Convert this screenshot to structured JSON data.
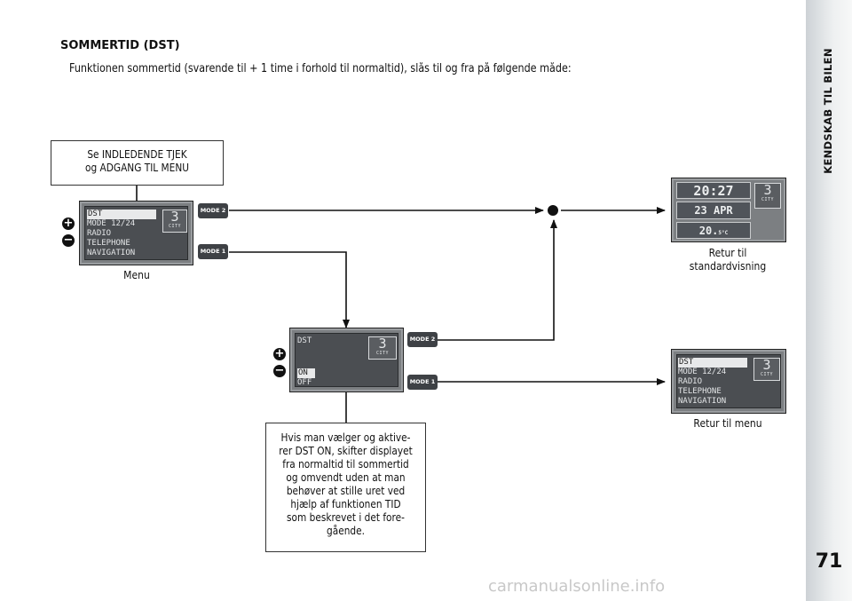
{
  "header": {
    "title": "SOMMERTID (DST)",
    "intro": "Funktionen sommertid (svarende til + 1 time i forhold til normaltid), slås til og fra på følgende måde:"
  },
  "sidebar": {
    "section_title": "KENDSKAB TIL BILEN",
    "page_number": "71"
  },
  "diagram": {
    "start_box": [
      "Se INDLEDENDE TJEK",
      "og ADGANG TIL MENU"
    ],
    "menu_screen": {
      "lines": [
        "DST",
        "MODE 12/24",
        "RADIO",
        "TELEPHONE",
        "NAVIGATION"
      ],
      "indicator_number": "3",
      "indicator_label": "CITY",
      "caption": "Menu"
    },
    "dst_screen": {
      "title": "DST",
      "options": [
        "ON",
        "OFF"
      ],
      "indicator_number": "3",
      "indicator_label": "CITY"
    },
    "standard_screen": {
      "time": "20:27",
      "date": "23 APR",
      "temperature": "20.",
      "temperature_unit": "5°C",
      "indicator_number": "3",
      "indicator_label": "CITY",
      "caption": [
        "Retur til",
        "standardvisning"
      ]
    },
    "return_menu_screen": {
      "lines": [
        "DST",
        "MODE 12/24",
        "RADIO",
        "TELEPHONE",
        "NAVIGATION"
      ],
      "indicator_number": "3",
      "indicator_label": "CITY",
      "caption": "Retur til menu"
    },
    "buttons": {
      "mode1": "MODE 1",
      "mode2": "MODE 2",
      "plus": "+",
      "minus": "−"
    },
    "note_box": [
      "Hvis man vælger og aktive-",
      "rer DST ON, skifter displayet",
      "fra normaltid til sommertid",
      "og omvendt uden at man",
      "behøver at stille uret ved",
      "hjælp af funktionen TID",
      "som beskrevet i det fore-",
      "gående."
    ]
  },
  "watermark": "carmanualsonline.info"
}
